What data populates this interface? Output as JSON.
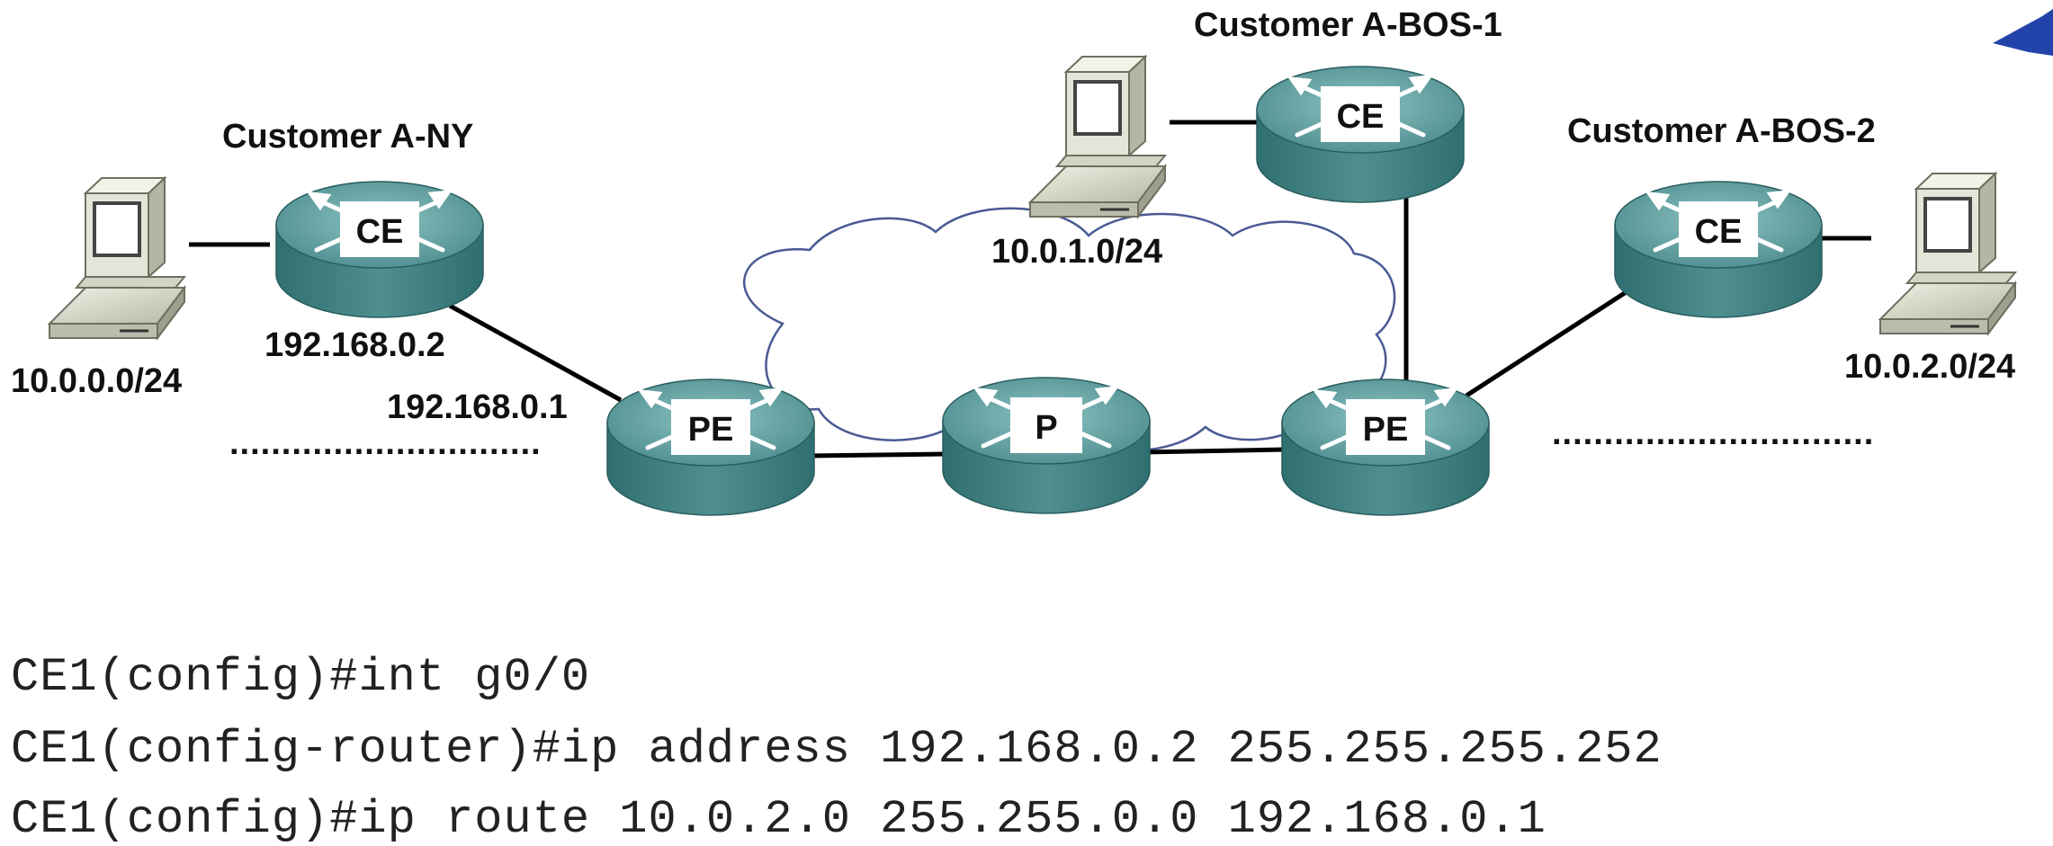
{
  "sites": {
    "ny": {
      "name": "Customer A-NY",
      "router": "CE",
      "router_ip": "192.168.0.2",
      "pe_ip": "192.168.0.1",
      "lan": "10.0.0.0/24"
    },
    "bos1": {
      "name": "Customer A-BOS-1",
      "router": "CE",
      "lan": "10.0.1.0/24"
    },
    "bos2": {
      "name": "Customer A-BOS-2",
      "router": "CE",
      "lan": "10.0.2.0/24"
    }
  },
  "core": {
    "pe_left": "PE",
    "p": "P",
    "pe_right": "PE"
  },
  "dots": {
    "left": "..............................",
    "right": "..............................."
  },
  "cli_lines": [
    "CE1(config)#int g0/0",
    "CE1(config-router)#ip address 192.168.0.2 255.255.255.252",
    "CE1(config)#ip route 10.0.2.0 255.255.0.0 192.168.0.1"
  ],
  "colors": {
    "router_top": "#5e9a9a",
    "router_side": "#3f7f80",
    "router_dark": "#2d6566",
    "cloud_stroke": "#4a5a94",
    "logo": "#2244aa"
  }
}
